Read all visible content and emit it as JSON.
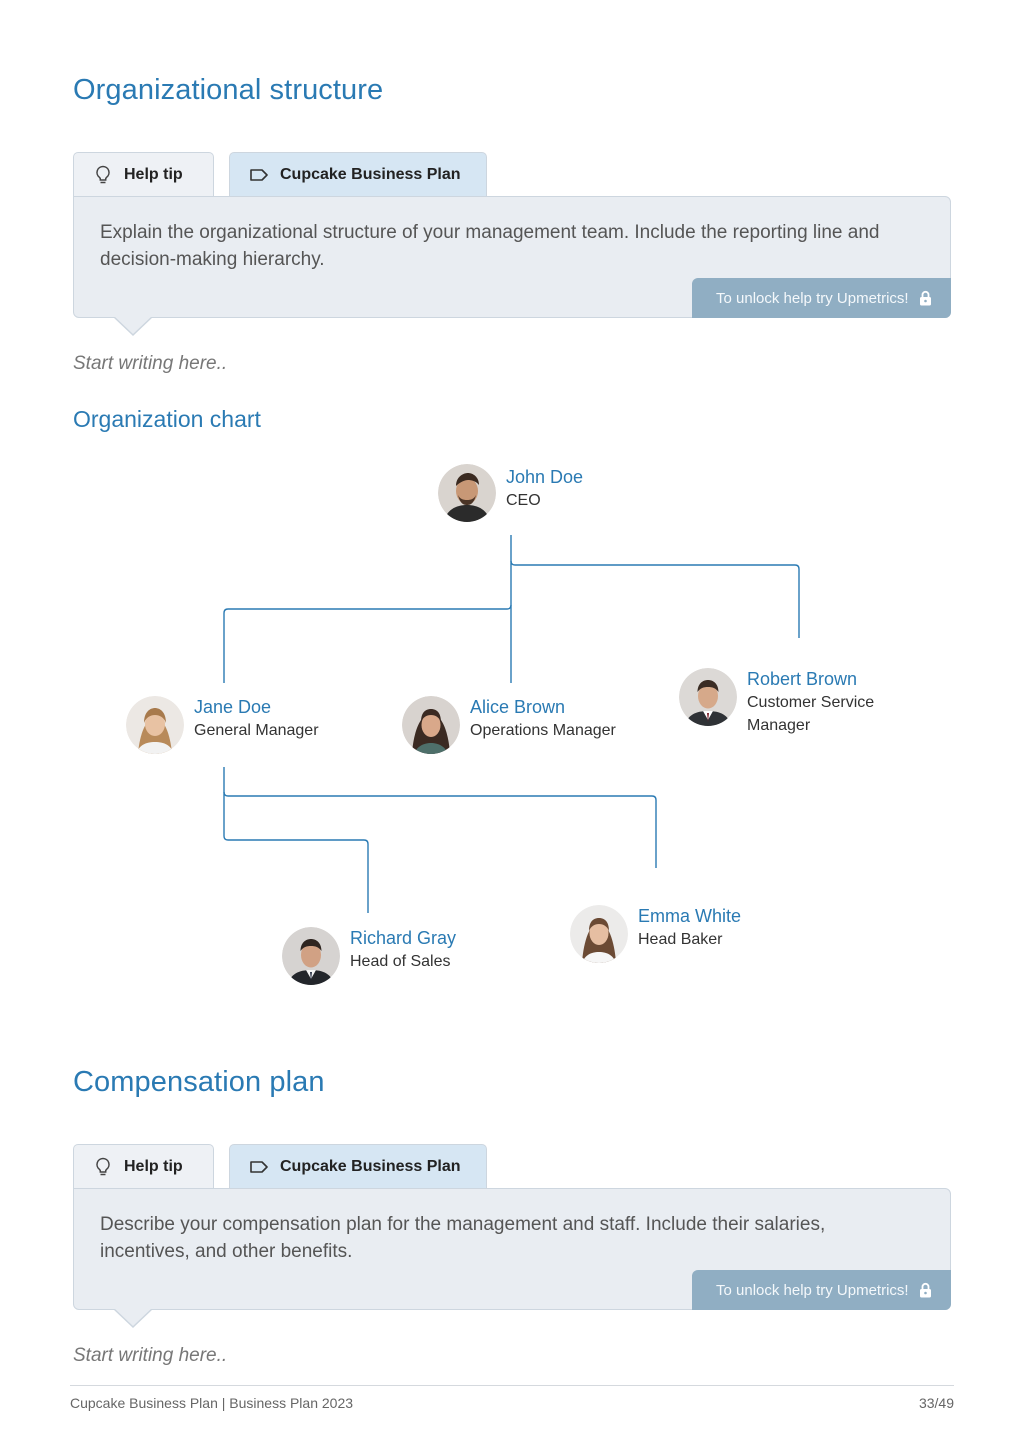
{
  "section1": {
    "title": "Organizational structure",
    "tab_help": "Help tip",
    "tab_plan": "Cupcake Business Plan",
    "tip_text": "Explain the organizational structure of your management team. Include the reporting line and decision-making hierarchy.",
    "unlock_label": "To unlock help try Upmetrics!",
    "start_placeholder": "Start writing here.."
  },
  "org_chart": {
    "title": "Organization chart",
    "people": [
      {
        "name": "John Doe",
        "role": "CEO"
      },
      {
        "name": "Jane Doe",
        "role": "General Manager"
      },
      {
        "name": "Alice Brown",
        "role": "Operations Manager"
      },
      {
        "name": "Robert Brown",
        "role": "Customer Service Manager"
      },
      {
        "name": "Richard Gray",
        "role": "Head of Sales"
      },
      {
        "name": "Emma White",
        "role": "Head Baker"
      }
    ],
    "line_color": "#2a7ab3"
  },
  "section2": {
    "title": "Compensation plan",
    "tab_help": "Help tip",
    "tab_plan": "Cupcake Business Plan",
    "tip_text": "Describe your compensation plan for the management and staff. Include their salaries, incentives, and other benefits.",
    "unlock_label": "To unlock help try Upmetrics!",
    "start_placeholder": "Start writing here.."
  },
  "footer": {
    "left": "Cupcake Business Plan | Business Plan 2023",
    "page": "33/49"
  },
  "colors": {
    "accent": "#2a7ab3",
    "tip_bg": "#e9edf2",
    "plan_tab_bg": "#d6e6f3",
    "unlock_bg": "#90aec3"
  }
}
